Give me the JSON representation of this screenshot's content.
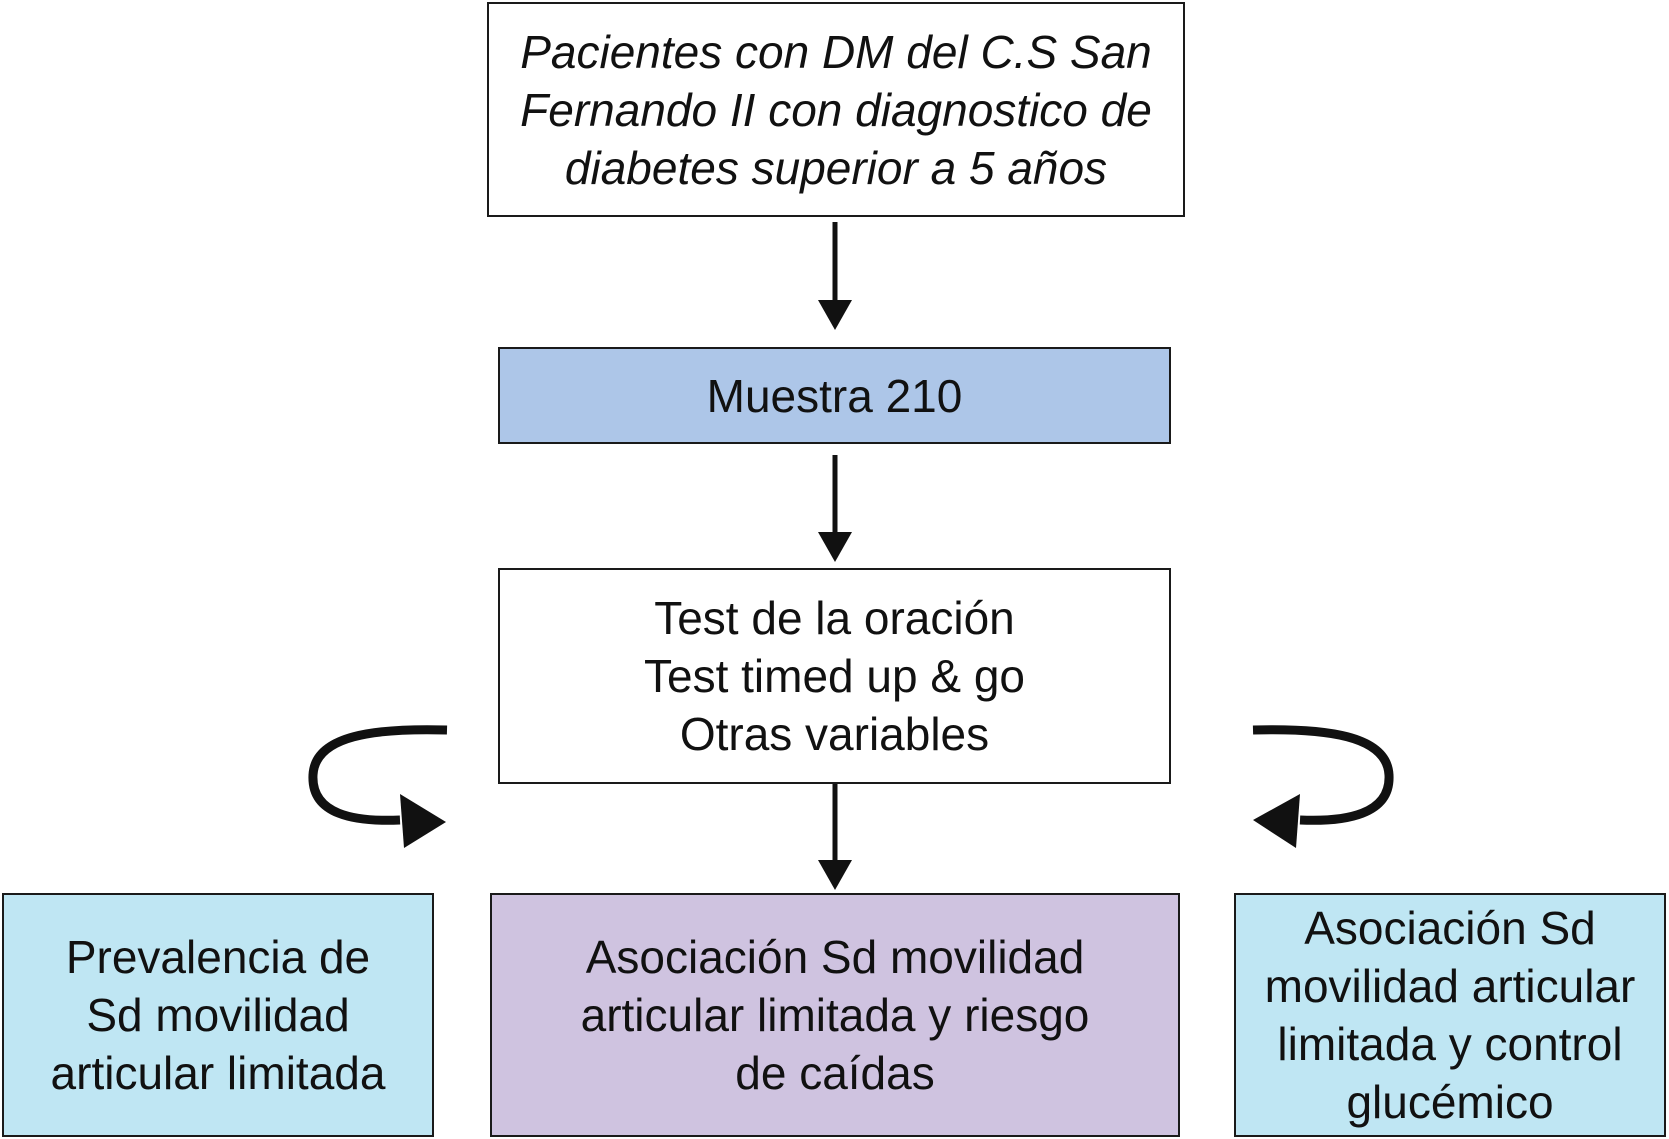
{
  "colors": {
    "sample_fill": "#adc6e8",
    "outcome_side_fill": "#bfe6f3",
    "outcome_center_fill": "#cfc3e0",
    "border": "#1a1a1a",
    "arrow": "#111111"
  },
  "nodes": {
    "start": {
      "lines": [
        "Pacientes con DM del C.S San",
        "Fernando II con diagnostico de",
        "diabetes superior a 5 años"
      ]
    },
    "sample": {
      "lines": [
        "Muestra 210"
      ]
    },
    "tests": {
      "lines": [
        "Test de la oración",
        "Test timed up & go",
        "Otras variables"
      ]
    },
    "outcome_left": {
      "lines": [
        "Prevalencia de",
        "Sd movilidad",
        "articular limitada"
      ]
    },
    "outcome_center": {
      "lines": [
        "Asociación Sd movilidad",
        "articular limitada y riesgo",
        "de caídas"
      ]
    },
    "outcome_right": {
      "lines": [
        "Asociación Sd",
        "movilidad articular",
        "limitada y control",
        "glucémico"
      ]
    }
  }
}
